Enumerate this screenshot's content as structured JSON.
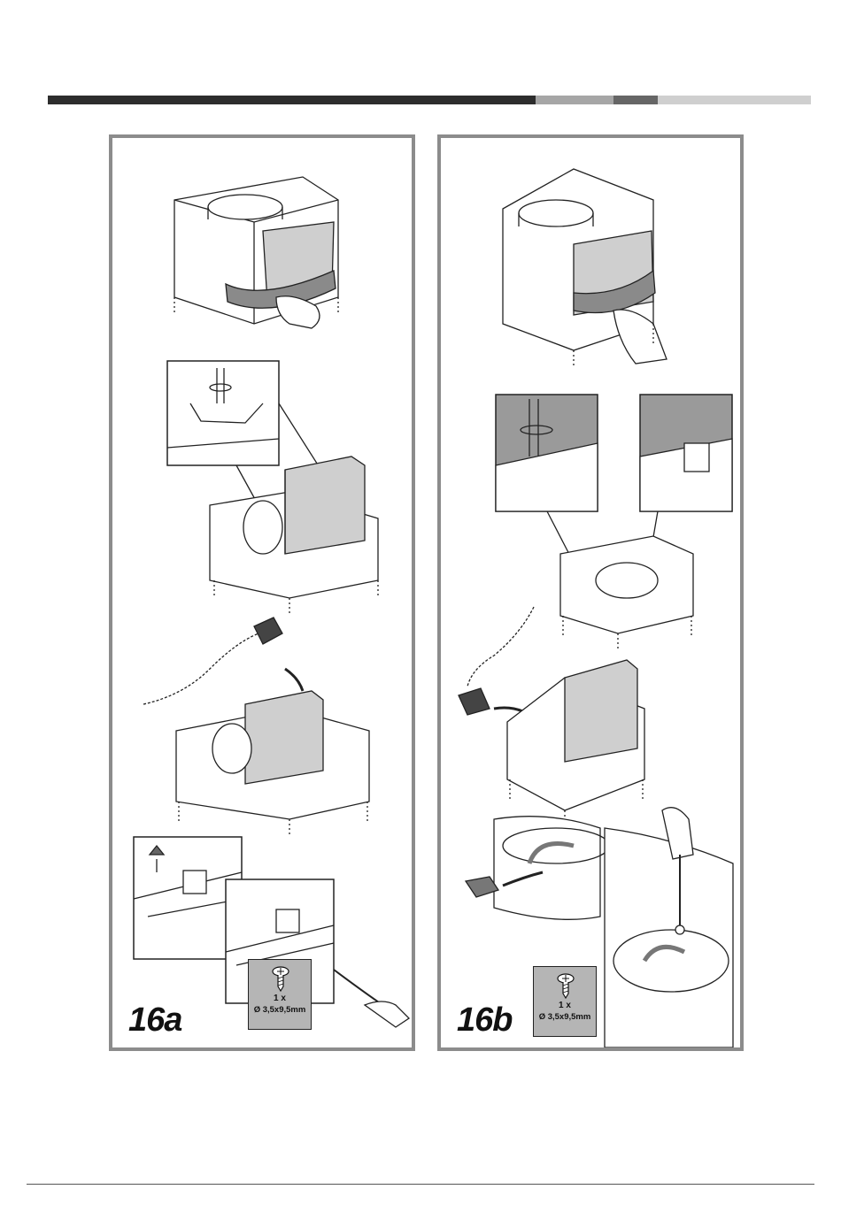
{
  "header_bar": {
    "segments": [
      {
        "color": "#2d2d2d",
        "width": 551
      },
      {
        "color": "#a6a6a6",
        "width": 88
      },
      {
        "color": "#666666",
        "width": 50
      },
      {
        "color": "#cfcfcf",
        "width": 173
      }
    ]
  },
  "figures": [
    {
      "label": "16a",
      "screw": {
        "qty": "1 x",
        "dim": "Ø 3,5x9,5mm"
      }
    },
    {
      "label": "16b",
      "screw": {
        "qty": "1 x",
        "dim": "Ø 3,5x9,5mm"
      }
    }
  ],
  "colors": {
    "panel_border": "#8c8c8c",
    "accent_gray": "#8a8a8a",
    "inset_gray": "#9a9a9a"
  }
}
